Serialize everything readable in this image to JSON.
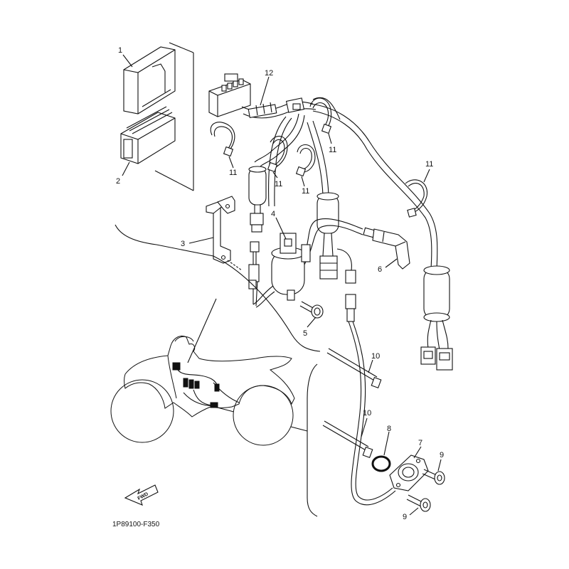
{
  "diagram": {
    "part_code": "1P89100-F350",
    "fwd_label": "FWD",
    "callouts": {
      "c1": "1",
      "c2": "2",
      "c3": "3",
      "c4": "4",
      "c5": "5",
      "c6": "6",
      "c7": "7",
      "c8": "8",
      "c9a": "9",
      "c9b": "9",
      "c10a": "10",
      "c10b": "10",
      "c11a": "11",
      "c11b": "11",
      "c11c": "11",
      "c11d": "11",
      "c11e": "11",
      "c12": "12"
    }
  }
}
